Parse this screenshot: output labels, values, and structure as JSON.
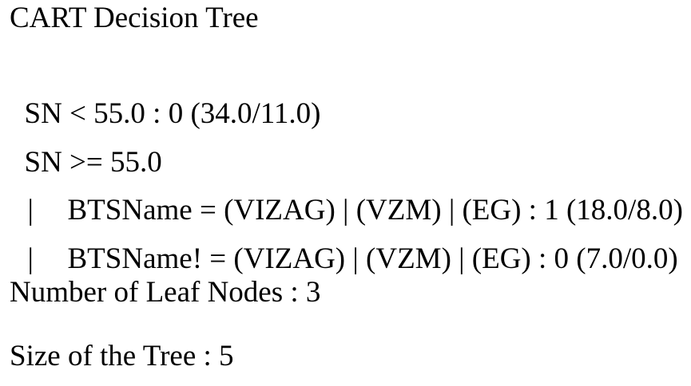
{
  "title": "CART Decision Tree",
  "rules": [
    {
      "text": "SN < 55.0 : 0 (34.0/11.0)",
      "indent_marker": ""
    },
    {
      "text": "SN >= 55.0",
      "indent_marker": ""
    },
    {
      "text": "BTSName = (VIZAG) | (VZM) | (EG) : 1 (18.0/8.0)",
      "indent_marker": "|"
    },
    {
      "text": "BTSName! = (VIZAG) | (VZM) | (EG) : 0 (7.0/0.0)",
      "indent_marker": "|"
    }
  ],
  "stats": {
    "leaf_nodes": "Number of Leaf Nodes : 3",
    "tree_size": "Size of the Tree : 5"
  }
}
